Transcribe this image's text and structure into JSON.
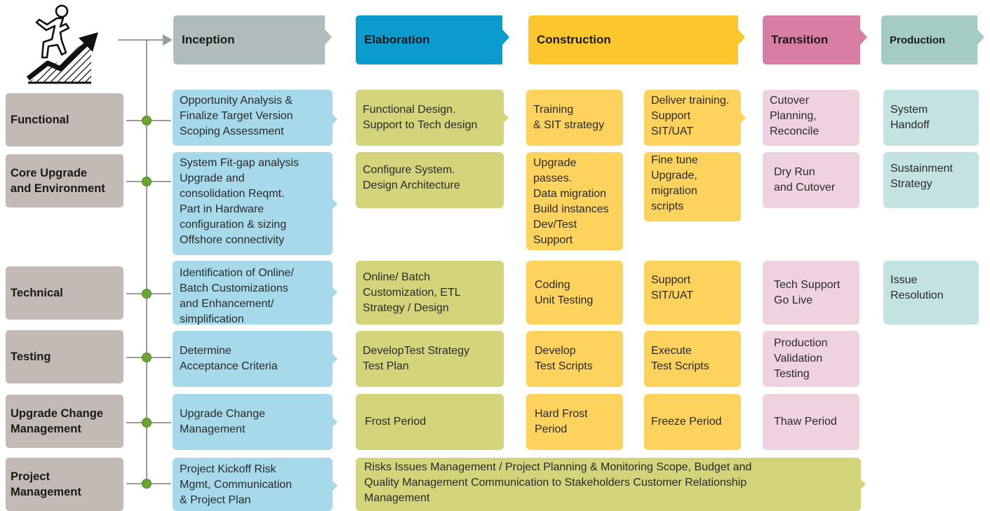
{
  "phases": [
    {
      "label": "Inception",
      "color": "#b0bcbc"
    },
    {
      "label": "Elaboration",
      "color": "#0a9bcf"
    },
    {
      "label": "Construction",
      "color": "#fcc72c"
    },
    {
      "label": "Transition",
      "color": "#d87da3"
    },
    {
      "label": "Production",
      "color": "#a4ccc3"
    }
  ],
  "rows": [
    {
      "label": "Functional"
    },
    {
      "label": "Core Upgrade\nand Environment"
    },
    {
      "label": "Technical"
    },
    {
      "label": "Testing"
    },
    {
      "label": "Upgrade Change\nManagement"
    },
    {
      "label": "Project\nManagement"
    }
  ],
  "boxes": {
    "functional": {
      "inception": "Opportunity Analysis &\nFinalize Target Version\nScoping Assessment",
      "elaboration": "Functional Design.\nSupport to Tech design",
      "construction_1": "Training\n& SIT strategy",
      "construction_2": "Deliver training.\nSupport\nSIT/UAT",
      "transition": "Cutover\nPlanning,\nReconcile",
      "production": "System\nHandoff"
    },
    "core": {
      "inception": "System Fit-gap analysis\nUpgrade and\nconsolidation Reqmt.\nPart in Hardware\nconfiguration & sizing\nOffshore connectivity",
      "elaboration": "Configure System.\nDesign Architecture",
      "construction_1": "Upgrade\npasses.\nData migration\nBuild instances\nDev/Test\nSupport",
      "construction_2": "Fine tune\nUpgrade,\nmigration\nscripts",
      "transition": "Dry Run\nand Cutover",
      "production": "Sustainment\nStrategy"
    },
    "technical": {
      "inception": "Identification of Online/\nBatch Customizations\nand Enhancement/\nsimplification",
      "elaboration": "Online/ Batch\nCustomization, ETL\nStrategy / Design",
      "construction_1": "Coding\nUnit Testing",
      "construction_2": "Support\nSIT/UAT",
      "transition": "Tech Support\nGo Live",
      "production": "Issue\nResolution"
    },
    "testing": {
      "inception": "Determine\nAcceptance Criteria",
      "elaboration": "DevelopTest Strategy\nTest Plan",
      "construction_1": "Develop\nTest Scripts",
      "construction_2": "Execute\nTest Scripts",
      "transition": "Production\nValidation\nTesting"
    },
    "change": {
      "inception": "Upgrade Change\nManagement",
      "elaboration": "Frost Period",
      "construction_1": "Hard Frost\nPeriod",
      "construction_2": "Freeze Period",
      "transition": "Thaw Period"
    },
    "pm": {
      "inception": "Project Kickoff Risk\nMgmt, Communication\n& Project Plan",
      "span": "Risks  Issues Management / Project Planning  & Monitoring Scope, Budget and\nQuality Management Communication to Stakeholders Customer Relationship\nManagement"
    }
  },
  "icon": "person-climbing-rising-arrow-icon"
}
